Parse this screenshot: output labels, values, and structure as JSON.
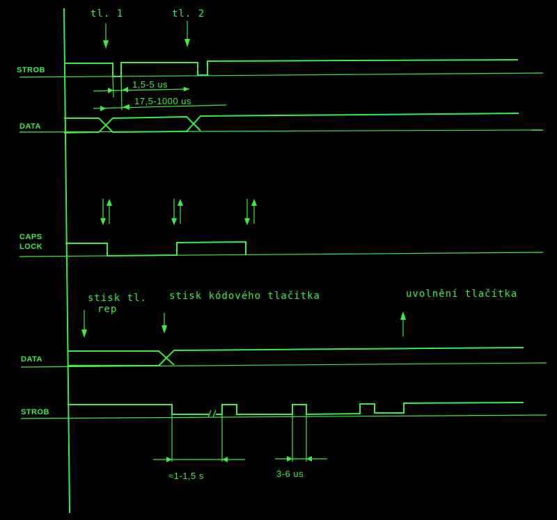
{
  "signals": {
    "strob_top": "STROB",
    "data_top": "DATA",
    "caps": "CAPS",
    "lock": "LOCK",
    "data_bottom": "DATA",
    "strob_bottom": "STROB"
  },
  "keys": {
    "key1": "tl. 1",
    "key2": "tl. 2"
  },
  "timing": {
    "t1": "1,5-5 us",
    "t2": "17,5-1000 us",
    "t3": "≈1-1,5 s",
    "t4": "3-6 us"
  },
  "annotations": {
    "press_rep_1": "stisk tl.",
    "press_rep_2": "rep",
    "press_code": "stisk kódového tlačítka",
    "release": "uvolnění tlačítka"
  },
  "colors": {
    "trace": "#39f040",
    "background": "#000000"
  }
}
